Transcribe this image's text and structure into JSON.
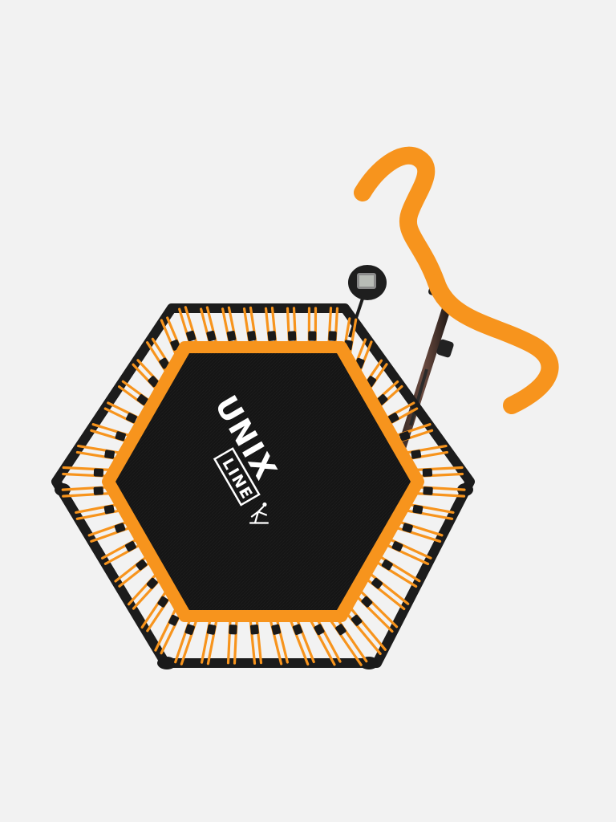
{
  "product": {
    "brand_main": "UNIX",
    "brand_sub": "LINE"
  },
  "colors": {
    "background": "#f2f2f2",
    "accent_orange": "#f7941d",
    "frame_black": "#1c1c1c",
    "mat_black": "#141414"
  },
  "icons": [
    "trampoline-frame",
    "jumping-mat",
    "bungee-cords",
    "handlebar",
    "counter-display",
    "jumper-figure-logo"
  ]
}
